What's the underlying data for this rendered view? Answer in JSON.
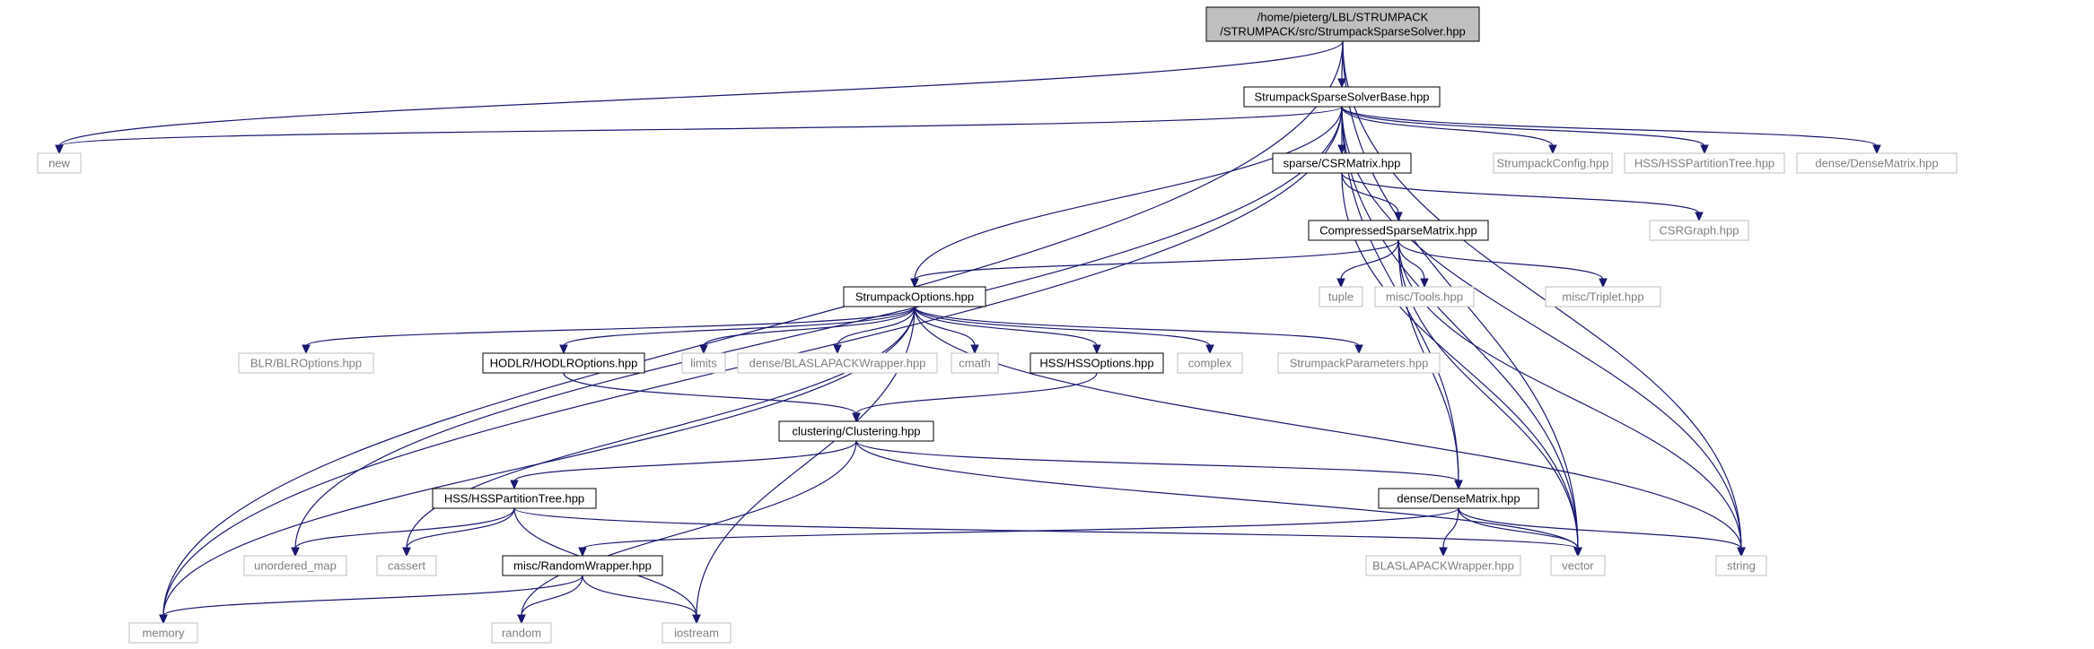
{
  "colors": {
    "edge": "#191970",
    "root_fill": "#bfbfbf",
    "header_border": "#000000",
    "system_border": "#bfbfbf",
    "text_header": "#000000",
    "text_system": "#7f7f7f"
  },
  "nodes": [
    {
      "id": "root",
      "lines": [
        "/home/pieterg/LBL/STRUMPACK",
        "/STRUMPACK/src/StrumpackSparseSolver.hpp"
      ],
      "kind": "root"
    },
    {
      "id": "base",
      "lines": [
        "StrumpackSparseSolverBase.hpp"
      ],
      "kind": "header"
    },
    {
      "id": "new",
      "lines": [
        "new"
      ],
      "kind": "system"
    },
    {
      "id": "csrmatrix",
      "lines": [
        "sparse/CSRMatrix.hpp"
      ],
      "kind": "header"
    },
    {
      "id": "config",
      "lines": [
        "StrumpackConfig.hpp"
      ],
      "kind": "system"
    },
    {
      "id": "hsspt_top",
      "lines": [
        "HSS/HSSPartitionTree.hpp"
      ],
      "kind": "system"
    },
    {
      "id": "densematrix_top",
      "lines": [
        "dense/DenseMatrix.hpp"
      ],
      "kind": "system"
    },
    {
      "id": "compressed",
      "lines": [
        "CompressedSparseMatrix.hpp"
      ],
      "kind": "header"
    },
    {
      "id": "csrgraph",
      "lines": [
        "CSRGraph.hpp"
      ],
      "kind": "system"
    },
    {
      "id": "tuple",
      "lines": [
        "tuple"
      ],
      "kind": "system"
    },
    {
      "id": "tools",
      "lines": [
        "misc/Tools.hpp"
      ],
      "kind": "system"
    },
    {
      "id": "triplet",
      "lines": [
        "misc/Triplet.hpp"
      ],
      "kind": "system"
    },
    {
      "id": "options",
      "lines": [
        "StrumpackOptions.hpp"
      ],
      "kind": "header"
    },
    {
      "id": "blropt",
      "lines": [
        "BLR/BLROptions.hpp"
      ],
      "kind": "system"
    },
    {
      "id": "hodlropt",
      "lines": [
        "HODLR/HODLROptions.hpp"
      ],
      "kind": "header"
    },
    {
      "id": "limits",
      "lines": [
        "limits"
      ],
      "kind": "system"
    },
    {
      "id": "blaswrap",
      "lines": [
        "dense/BLASLAPACKWrapper.hpp"
      ],
      "kind": "system"
    },
    {
      "id": "cmath",
      "lines": [
        "cmath"
      ],
      "kind": "system"
    },
    {
      "id": "hssopt",
      "lines": [
        "HSS/HSSOptions.hpp"
      ],
      "kind": "header"
    },
    {
      "id": "complex",
      "lines": [
        "complex"
      ],
      "kind": "system"
    },
    {
      "id": "params",
      "lines": [
        "StrumpackParameters.hpp"
      ],
      "kind": "system"
    },
    {
      "id": "clustering",
      "lines": [
        "clustering/Clustering.hpp"
      ],
      "kind": "header"
    },
    {
      "id": "hsspt",
      "lines": [
        "HSS/HSSPartitionTree.hpp"
      ],
      "kind": "header"
    },
    {
      "id": "densematrix",
      "lines": [
        "dense/DenseMatrix.hpp"
      ],
      "kind": "header"
    },
    {
      "id": "unordered_map",
      "lines": [
        "unordered_map"
      ],
      "kind": "system"
    },
    {
      "id": "cassert",
      "lines": [
        "cassert"
      ],
      "kind": "system"
    },
    {
      "id": "randomwrap",
      "lines": [
        "misc/RandomWrapper.hpp"
      ],
      "kind": "header"
    },
    {
      "id": "blaswrap2",
      "lines": [
        "BLASLAPACKWrapper.hpp"
      ],
      "kind": "system"
    },
    {
      "id": "vector",
      "lines": [
        "vector"
      ],
      "kind": "system"
    },
    {
      "id": "string",
      "lines": [
        "string"
      ],
      "kind": "system"
    },
    {
      "id": "memory",
      "lines": [
        "memory"
      ],
      "kind": "system"
    },
    {
      "id": "random",
      "lines": [
        "random"
      ],
      "kind": "system"
    },
    {
      "id": "iostream",
      "lines": [
        "iostream"
      ],
      "kind": "system"
    }
  ],
  "edges": [
    [
      "root",
      "base"
    ],
    [
      "root",
      "new"
    ],
    [
      "root",
      "memory"
    ],
    [
      "root",
      "vector"
    ],
    [
      "root",
      "string"
    ],
    [
      "base",
      "new"
    ],
    [
      "base",
      "memory"
    ],
    [
      "base",
      "unordered_map"
    ],
    [
      "base",
      "options"
    ],
    [
      "base",
      "densematrix"
    ],
    [
      "base",
      "csrmatrix"
    ],
    [
      "base",
      "vector"
    ],
    [
      "base",
      "config"
    ],
    [
      "base",
      "hsspt_top"
    ],
    [
      "base",
      "densematrix_top"
    ],
    [
      "base",
      "string"
    ],
    [
      "csrmatrix",
      "compressed"
    ],
    [
      "csrmatrix",
      "csrgraph"
    ],
    [
      "csrmatrix",
      "vector"
    ],
    [
      "compressed",
      "options"
    ],
    [
      "compressed",
      "tuple"
    ],
    [
      "compressed",
      "tools"
    ],
    [
      "compressed",
      "triplet"
    ],
    [
      "compressed",
      "string"
    ],
    [
      "compressed",
      "vector"
    ],
    [
      "compressed",
      "densematrix"
    ],
    [
      "options",
      "memory"
    ],
    [
      "options",
      "blropt"
    ],
    [
      "options",
      "hodlropt"
    ],
    [
      "options",
      "cassert"
    ],
    [
      "options",
      "iostream"
    ],
    [
      "options",
      "limits"
    ],
    [
      "options",
      "blaswrap"
    ],
    [
      "options",
      "cmath"
    ],
    [
      "options",
      "hssopt"
    ],
    [
      "options",
      "complex"
    ],
    [
      "options",
      "params"
    ],
    [
      "options",
      "string"
    ],
    [
      "hodlropt",
      "clustering"
    ],
    [
      "hssopt",
      "clustering"
    ],
    [
      "clustering",
      "hsspt"
    ],
    [
      "clustering",
      "densematrix"
    ],
    [
      "clustering",
      "random"
    ],
    [
      "clustering",
      "vector"
    ],
    [
      "hsspt",
      "unordered_map"
    ],
    [
      "hsspt",
      "cassert"
    ],
    [
      "hsspt",
      "iostream"
    ],
    [
      "hsspt",
      "vector"
    ],
    [
      "densematrix",
      "randomwrap"
    ],
    [
      "densematrix",
      "blaswrap2"
    ],
    [
      "densematrix",
      "vector"
    ],
    [
      "densematrix",
      "string"
    ],
    [
      "randomwrap",
      "memory"
    ],
    [
      "randomwrap",
      "random"
    ],
    [
      "randomwrap",
      "iostream"
    ]
  ]
}
